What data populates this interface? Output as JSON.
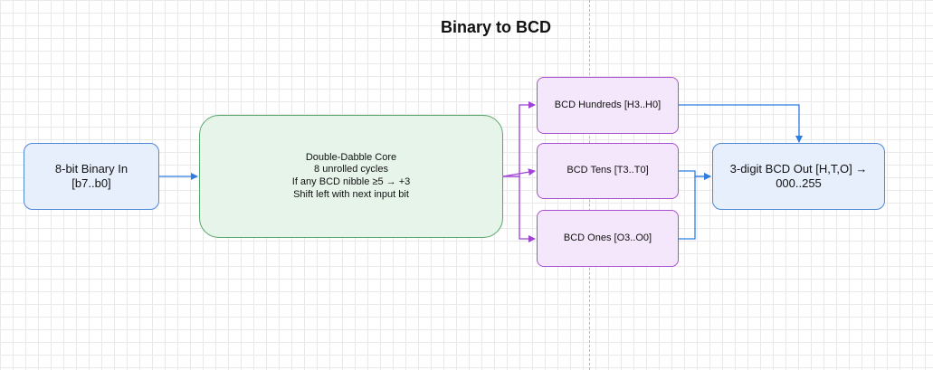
{
  "title": "Binary to BCD",
  "nodes": {
    "input": {
      "lines": [
        "8-bit Binary In",
        "[b7..b0]"
      ]
    },
    "core": {
      "lines": [
        "Double-Dabble Core",
        "8 unrolled cycles",
        "If any BCD nibble ≥5 → +3",
        "Shift left with next input bit"
      ]
    },
    "hundreds": {
      "label": "BCD Hundreds [H3..H0]"
    },
    "tens": {
      "label": "BCD Tens [T3..T0]"
    },
    "ones": {
      "label": "BCD Ones [O3..O0]"
    },
    "output": {
      "lines": [
        "3-digit BCD Out [H,T,O] →",
        "000..255"
      ]
    }
  },
  "colors": {
    "blue_edge": "#2f7de1",
    "purple_edge": "#a142d6",
    "blue_fill": "#e8effc",
    "green_fill": "#e6f4ea",
    "purple_fill": "#f4e6fb"
  }
}
